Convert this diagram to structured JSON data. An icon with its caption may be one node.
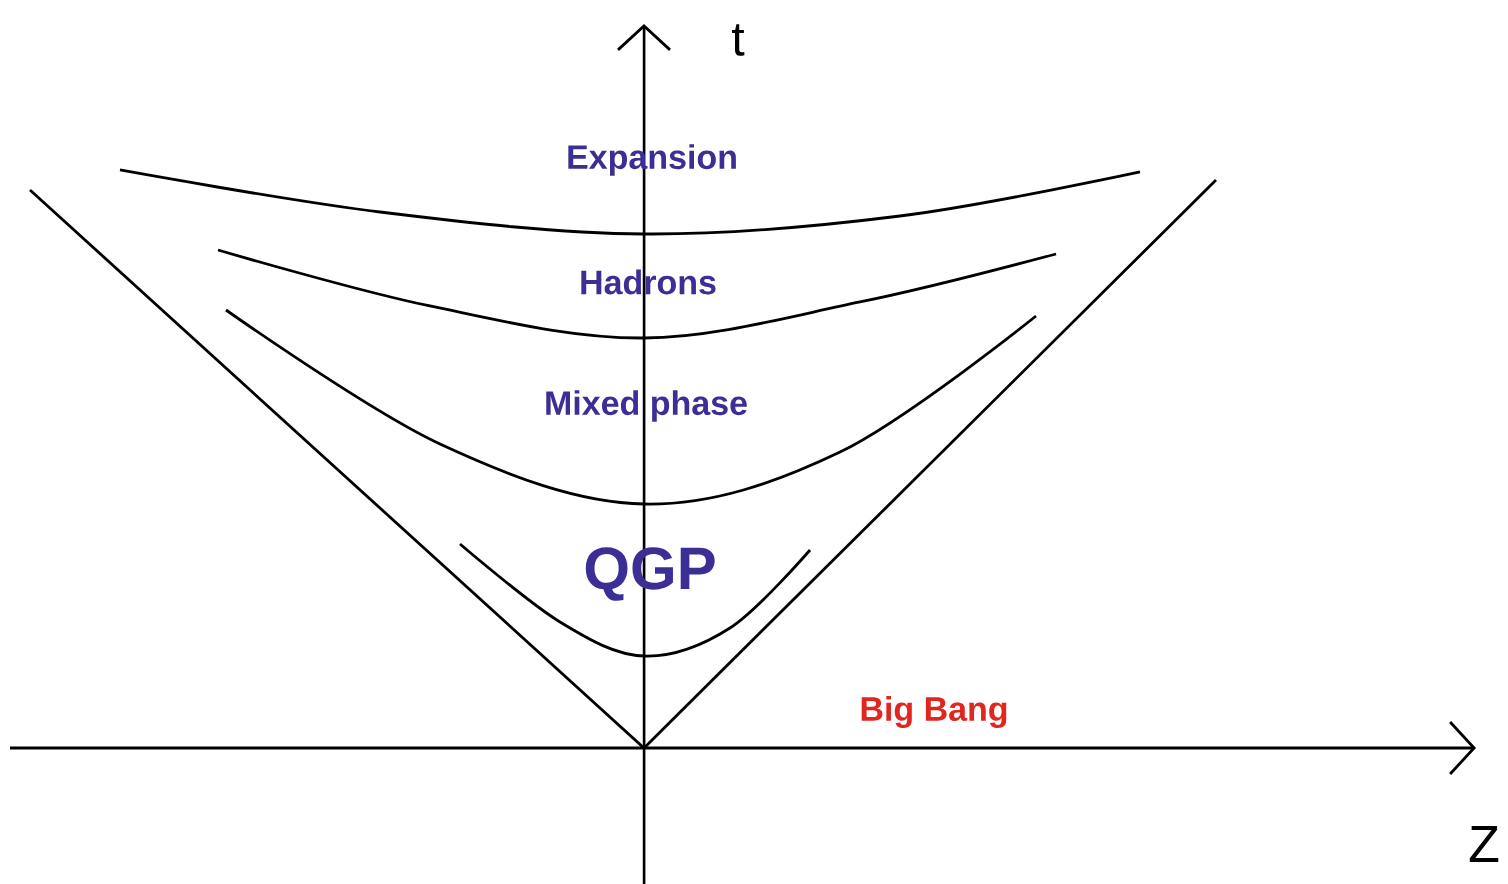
{
  "diagram": {
    "labels": [
      "t",
      "Expansion",
      "Hadrons",
      "Mixed phase",
      "QGP",
      "Big Bang",
      "Z"
    ]
  }
}
